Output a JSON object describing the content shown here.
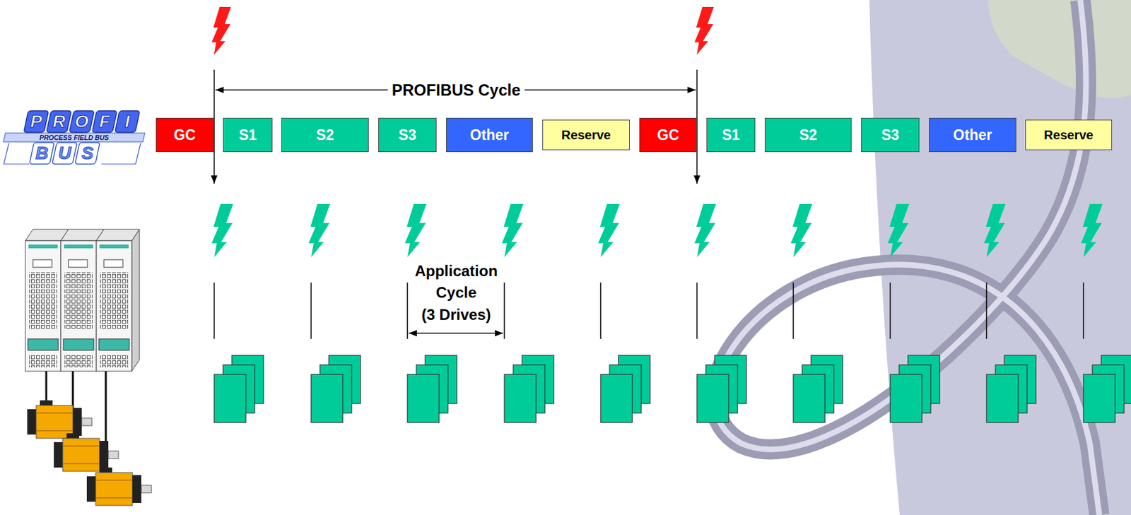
{
  "diagram": {
    "nodes": [
      {
        "text": [
          "GC"
        ]
      },
      {
        "text": [
          "S1"
        ]
      },
      {
        "text": [
          "S2"
        ]
      },
      {
        "text": [
          "S3"
        ]
      },
      {
        "text": [
          "Other"
        ]
      },
      {
        "text": [
          "Reserve"
        ]
      },
      {
        "text": [
          "GC"
        ]
      },
      {
        "text": [
          "S1"
        ]
      },
      {
        "text": [
          "S2"
        ]
      },
      {
        "text": [
          "S3"
        ]
      },
      {
        "text": [
          "Other"
        ]
      },
      {
        "text": [
          "Reserve"
        ]
      }
    ],
    "labels": [
      "P",
      "R",
      "O",
      "F",
      "I",
      "PROCESS FIELD BUS",
      "B",
      "U",
      "S",
      "PROFIBUS Cycle",
      "Application",
      "Cycle",
      "(3 Drives)"
    ]
  }
}
